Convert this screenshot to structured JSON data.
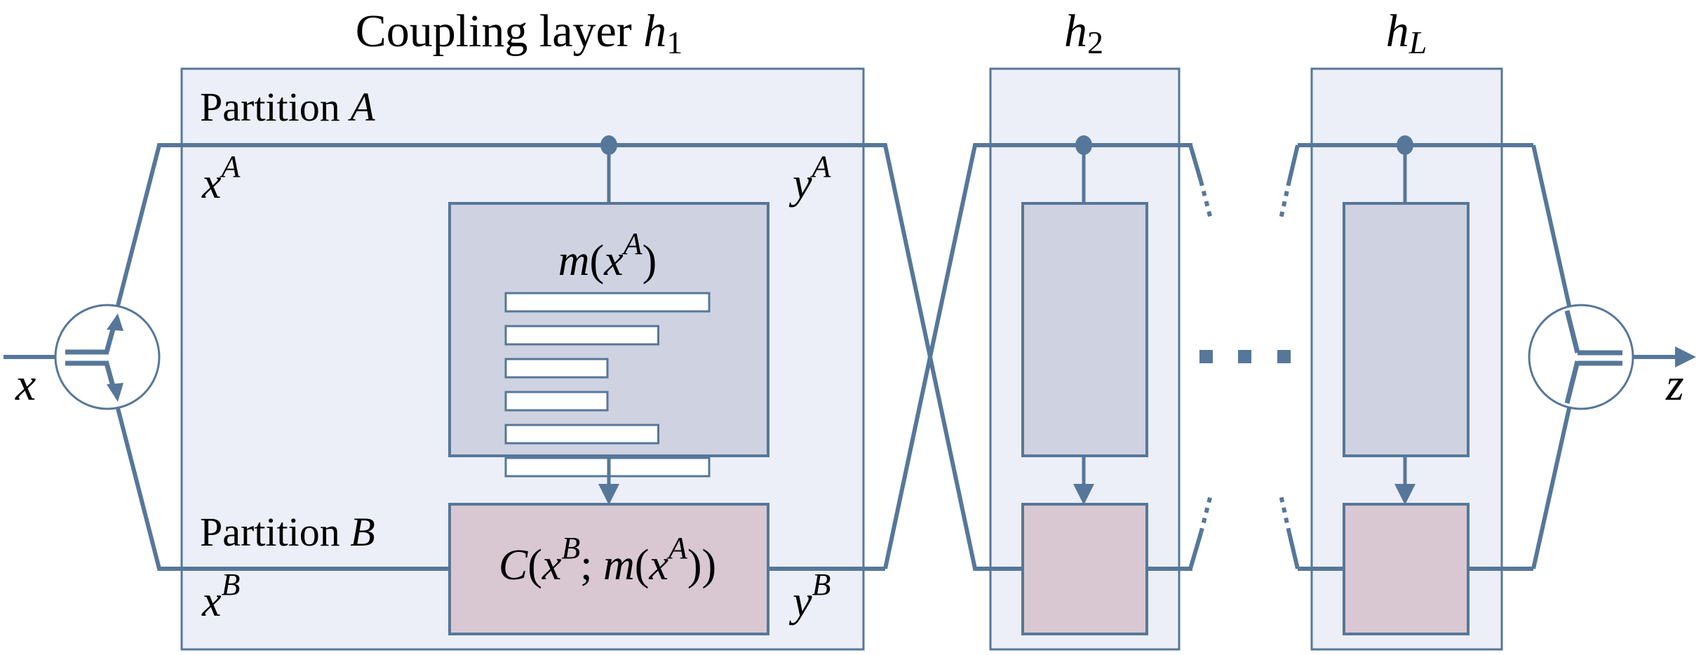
{
  "colors": {
    "line": "#56779A",
    "layer_fill": "#ECEFF7",
    "net_fill": "#CFD2E0",
    "coupling_fill": "#D9C8D2",
    "text": "#000000"
  },
  "title": {
    "h1_prefix": "Coupling layer ",
    "h1_symbol": "h",
    "h1_sub": "1",
    "h2_symbol": "h",
    "h2_sub": "2",
    "hL_symbol": "h",
    "hL_sub": "L"
  },
  "layer1": {
    "partition_a_label": "Partition ",
    "partition_a_var": "A",
    "partition_b_label": "Partition ",
    "partition_b_var": "B",
    "xA": {
      "base": "x",
      "sup": "A"
    },
    "yA": {
      "base": "y",
      "sup": "A"
    },
    "xB": {
      "base": "x",
      "sup": "B"
    },
    "yB": {
      "base": "y",
      "sup": "B"
    },
    "network_label": {
      "func": "m",
      "open": "(",
      "base": "x",
      "sup": "A",
      "close": ")"
    },
    "network_layers": [
      1.0,
      0.75,
      0.5,
      0.5,
      0.75,
      1.0
    ],
    "coupling_label": {
      "func": "C",
      "open": "(",
      "arg1": "x",
      "arg1_sup": "B",
      "sep": "; ",
      "func2": "m",
      "open2": "(",
      "arg2": "x",
      "arg2_sup": "A",
      "close": "))"
    }
  },
  "io": {
    "input": "x",
    "output": "z"
  },
  "ellipsis": "dots"
}
